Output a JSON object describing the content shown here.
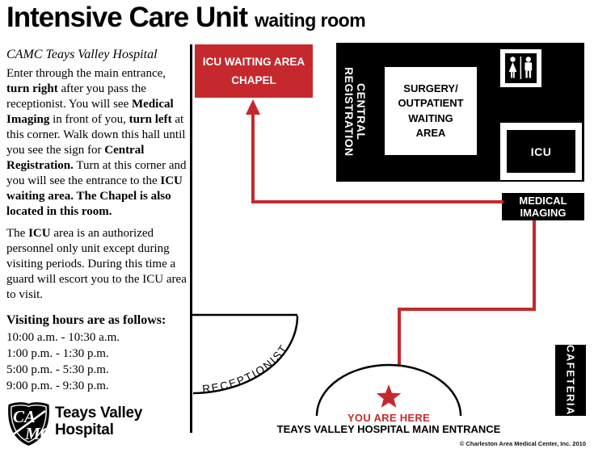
{
  "page": {
    "title": "Intensive Care Unit",
    "subtitle": "waiting room",
    "copyright": "© Charleston Area Medical Center, Inc. 2010"
  },
  "directions": {
    "hospital_name": "CAMC Teays Valley Hospital",
    "p1": [
      "Enter through the main entrance, ",
      "turn right",
      " after you pass the receptionist. You will see ",
      "Medical Imaging",
      " in front of you, ",
      "turn left",
      " at this corner. Walk down this hall until you see the sign for ",
      "Central Registration.",
      " Turn at this corner and you will see the entrance to the ",
      "ICU waiting area. The Chapel is also located in this room."
    ],
    "p2": [
      "The ",
      "ICU",
      " area is an authorized personnel only unit except during visiting periods. During this time a guard will escort you to the ICU area to visit."
    ],
    "visiting_heading": "Visiting hours are as follows:",
    "visiting_hours": [
      "10:00 a.m. - 10:30 a.m.",
      "1:00 p.m. - 1:30 p.m.",
      "5:00 p.m. - 5:30 p.m.",
      "9:00 p.m. - 9:30 p.m."
    ]
  },
  "map": {
    "chapel": {
      "line1": "ICU WAITING AREA",
      "line2": "CHAPEL"
    },
    "central_registration": {
      "line1": "CENTRAL",
      "line2": "REGISTRATION"
    },
    "surgery": {
      "line1": "SURGERY/",
      "line2": "OUTPATIENT",
      "line3": "WAITING",
      "line4": "AREA"
    },
    "icu_label": "ICU",
    "medical_imaging": {
      "line1": "MEDICAL",
      "line2": "IMAGING"
    },
    "cafeteria_label": "CAFETERIA",
    "receptionist_label": "RECEPTIONIST",
    "you_are_here": "YOU ARE HERE",
    "main_entrance": "TEAYS VALLEY HOSPITAL MAIN ENTRANCE",
    "restroom_icon": "mens-womens-restroom"
  },
  "logo": {
    "shield_top": "CA",
    "shield_bottom": "MC",
    "name_line1": "Teays Valley",
    "name_line2": "Hospital"
  },
  "colors": {
    "accent_red": "#C5292D",
    "block_black": "#000000"
  }
}
